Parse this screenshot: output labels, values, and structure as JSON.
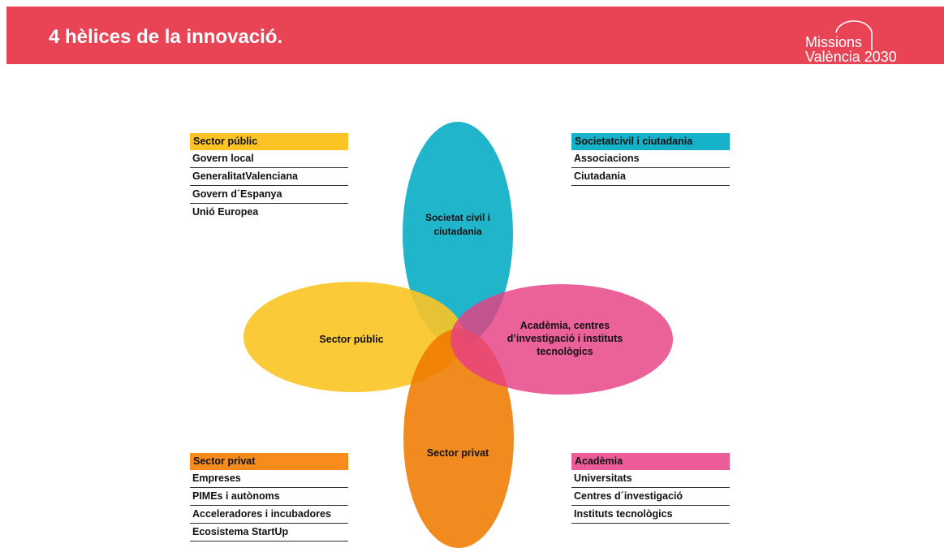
{
  "header": {
    "title": "4 hèlices de la innovació.",
    "logo_line1": "Missions",
    "logo_line2": "València 2030",
    "color": "#e84455"
  },
  "petals": {
    "civil": {
      "label_line1": "Societat  civil  i",
      "label_line2": "ciutadania",
      "color": "#14b1c8"
    },
    "public": {
      "label": "Sector públic",
      "color": "#fbc424"
    },
    "academia": {
      "label_line1": "Acadèmia, centres",
      "label_line2": "d’investigació i  instituts",
      "label_line3": "tecnològics",
      "color": "#e9528c"
    },
    "private": {
      "label": "Sector privat",
      "color": "#ee8516"
    }
  },
  "panels": {
    "public": {
      "title": "Sector públic",
      "color": "#fbc424",
      "items": [
        "Govern local",
        "GeneralitatValenciana",
        "Govern d´Espanya",
        "Unió  Europea"
      ]
    },
    "civil": {
      "title": "Societatcivil i ciutadania",
      "color": "#14b1c8",
      "items": [
        "Associacions",
        "Ciutadania"
      ]
    },
    "private": {
      "title": "Sector privat",
      "color": "#f78b1c",
      "items": [
        "Empreses",
        "PIMEs i autònoms",
        "Acceleradores i incubadores",
        "Ecosistema StartUp"
      ]
    },
    "academia": {
      "title": "Acadèmia",
      "color": "#ec5c99",
      "items": [
        "Universitats",
        "Centres d´investigació",
        "Instituts tecnològics"
      ]
    }
  }
}
